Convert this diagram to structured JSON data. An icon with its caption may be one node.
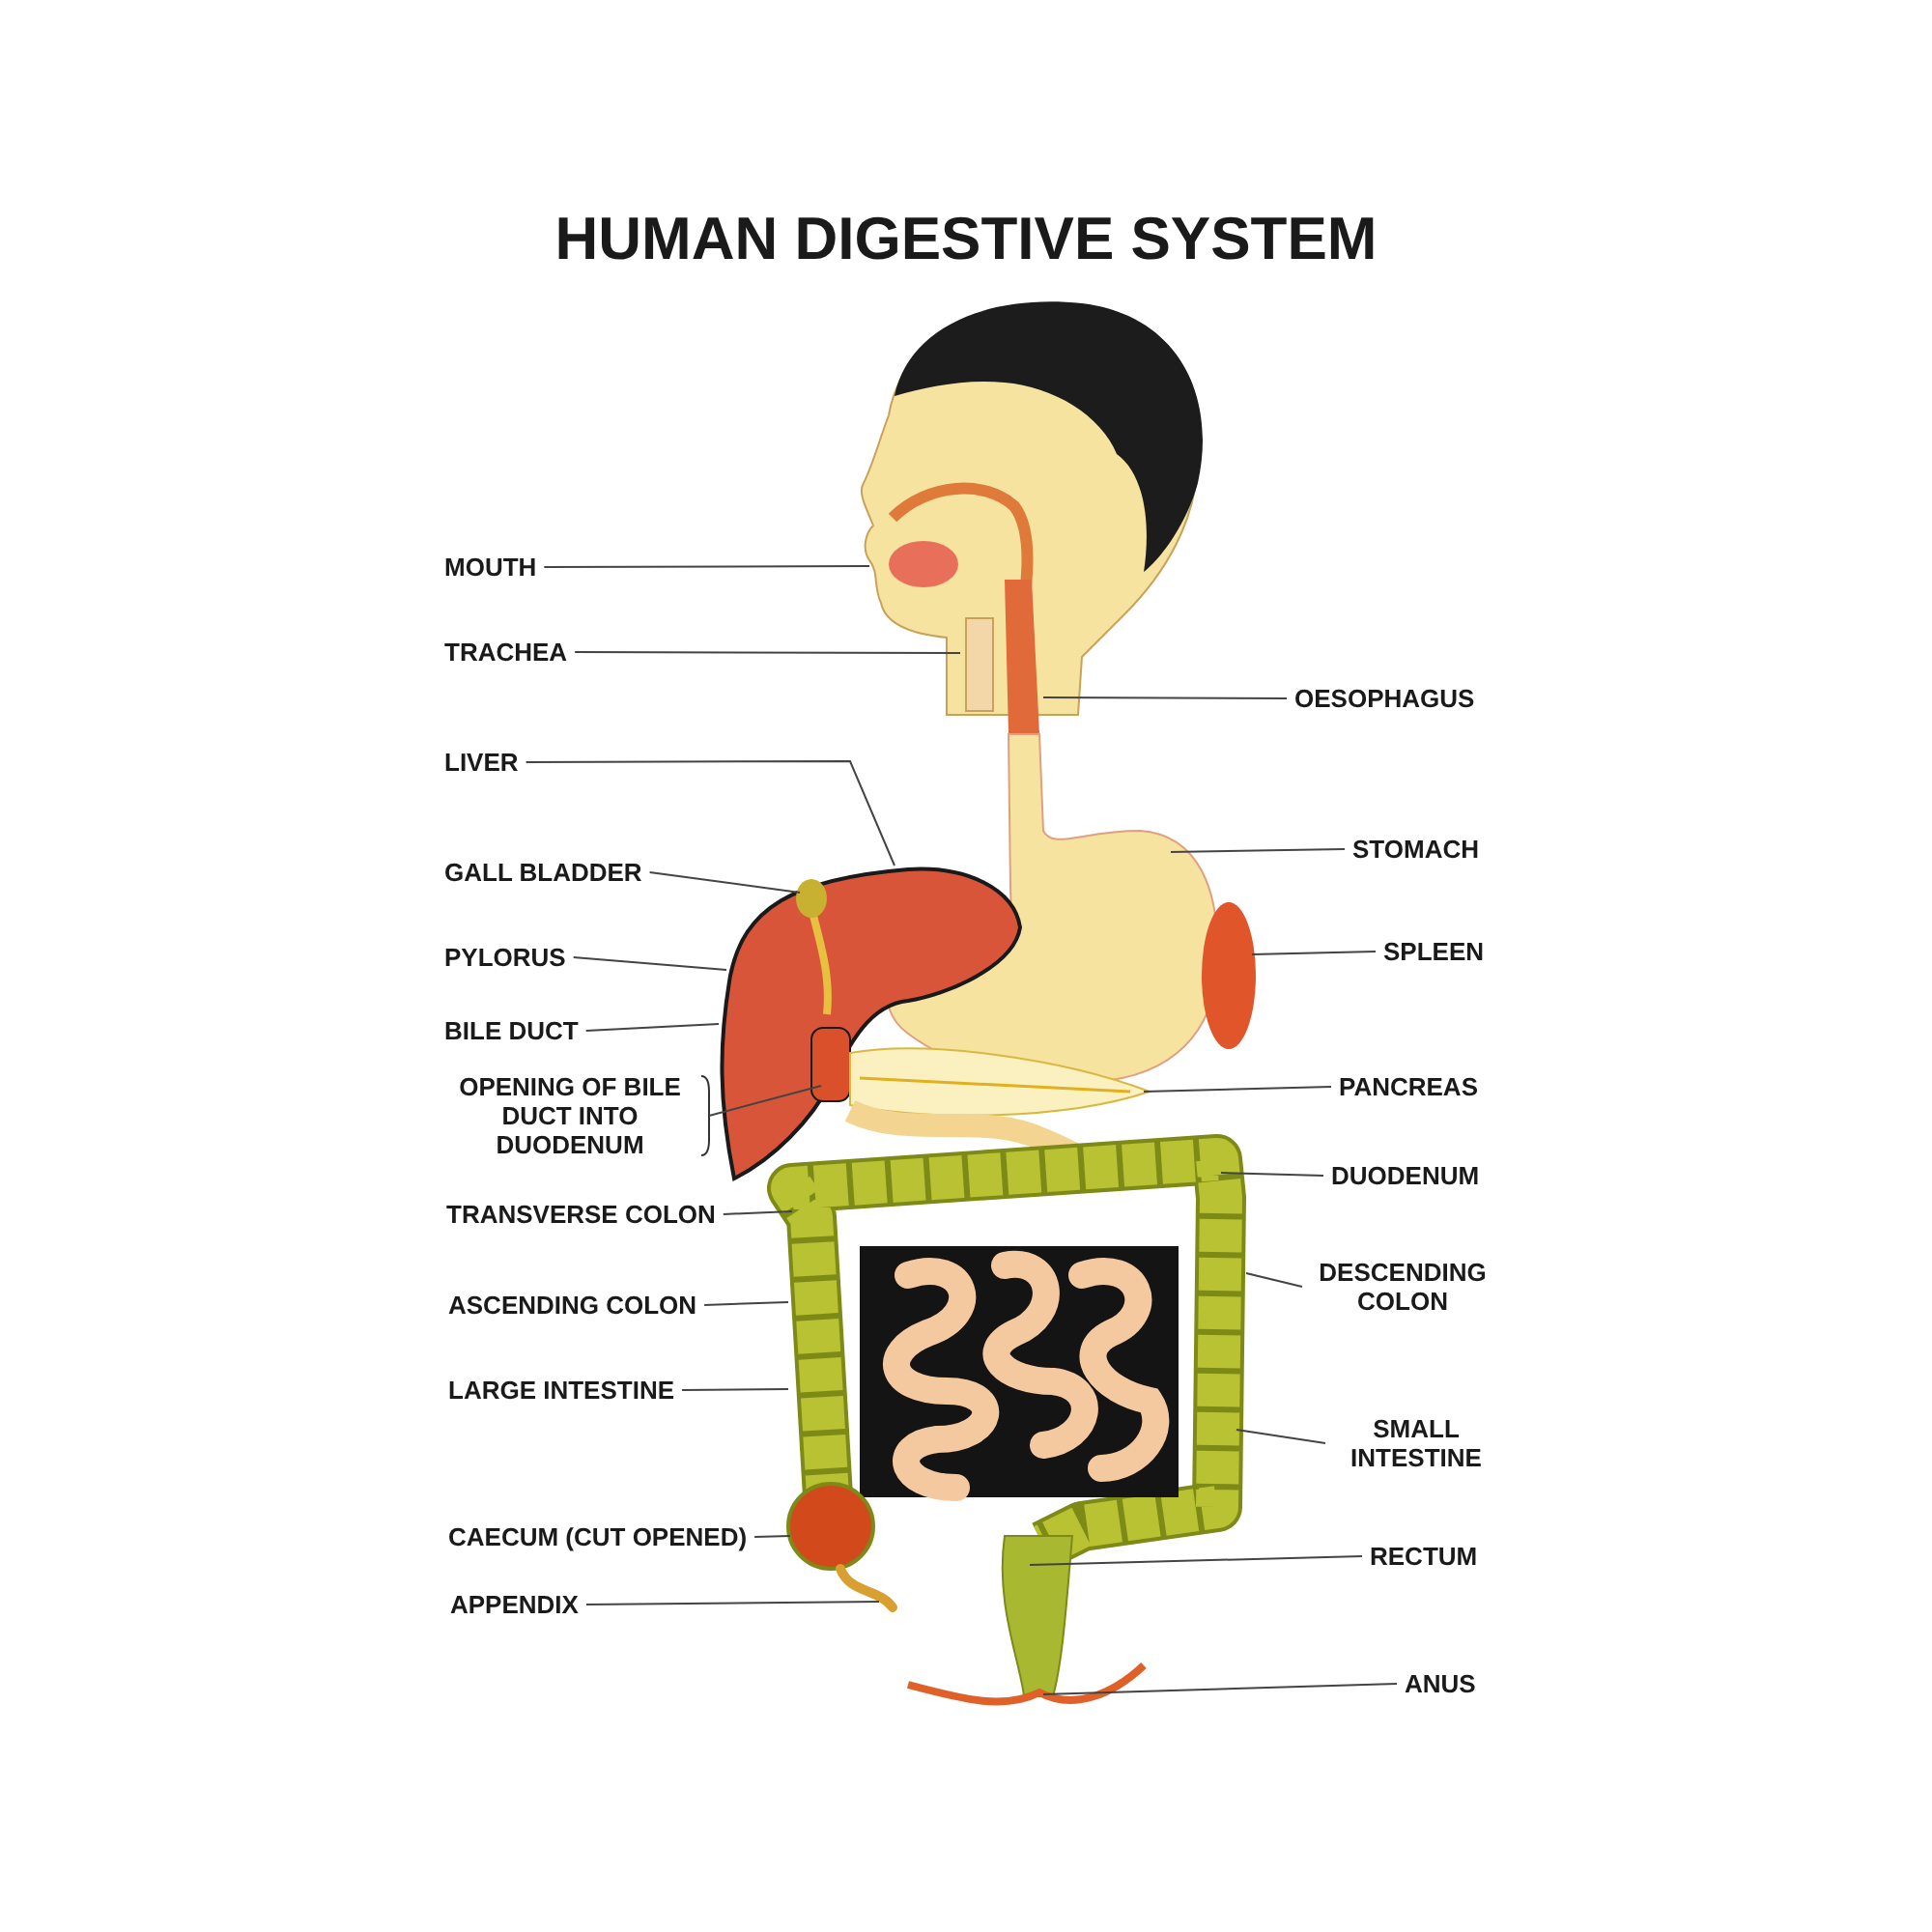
{
  "diagram": {
    "title": "HUMAN DIGESTIVE SYSTEM",
    "nodes": [
      {
        "text": [
          "MOUTH"
        ]
      },
      {
        "text": [
          "TRACHEA"
        ]
      },
      {
        "text": [
          "LIVER"
        ]
      },
      {
        "text": [
          "GALL BLADDER"
        ]
      },
      {
        "text": [
          "PYLORUS"
        ]
      },
      {
        "text": [
          "BILE DUCT"
        ]
      },
      {
        "text": [
          "OPENING OF BILE DUCT INTO DUODENUM"
        ]
      },
      {
        "text": [
          "TRANSVERSE COLON"
        ]
      },
      {
        "text": [
          "ASCENDING COLON"
        ]
      },
      {
        "text": [
          "LARGE INTESTINE"
        ]
      },
      {
        "text": [
          "CAECUM (CUT OPENED)"
        ]
      },
      {
        "text": [
          "APPENDIX"
        ]
      },
      {
        "text": [
          "OESOPHAGUS"
        ]
      },
      {
        "text": [
          "STOMACH"
        ]
      },
      {
        "text": [
          "SPLEEN"
        ]
      },
      {
        "text": [
          "PANCREAS"
        ]
      },
      {
        "text": [
          "DUODENUM"
        ]
      },
      {
        "text": [
          "DESCENDING COLON"
        ]
      },
      {
        "text": [
          "SMALL INTESTINE"
        ]
      },
      {
        "text": [
          "RECTUM"
        ]
      },
      {
        "text": [
          "ANUS"
        ]
      }
    ],
    "edges": [
      {
        "from": 0,
        "to": null,
        "arrow": "none"
      },
      {
        "from": 1,
        "to": null,
        "arrow": "none"
      },
      {
        "from": 2,
        "to": null,
        "arrow": "none"
      },
      {
        "from": 3,
        "to": null,
        "arrow": "none"
      },
      {
        "from": 4,
        "to": null,
        "arrow": "none"
      },
      {
        "from": 5,
        "to": null,
        "arrow": "none"
      },
      {
        "from": 6,
        "to": null,
        "arrow": "none"
      },
      {
        "from": 7,
        "to": null,
        "arrow": "none"
      },
      {
        "from": 8,
        "to": null,
        "arrow": "none"
      },
      {
        "from": 9,
        "to": null,
        "arrow": "none"
      },
      {
        "from": 10,
        "to": null,
        "arrow": "none"
      },
      {
        "from": 11,
        "to": null,
        "arrow": "none"
      },
      {
        "from": 12,
        "to": null,
        "arrow": "none"
      },
      {
        "from": 13,
        "to": null,
        "arrow": "none"
      },
      {
        "from": 14,
        "to": null,
        "arrow": "none"
      },
      {
        "from": 15,
        "to": null,
        "arrow": "none"
      },
      {
        "from": 16,
        "to": null,
        "arrow": "none"
      },
      {
        "from": 17,
        "to": null,
        "arrow": "none"
      },
      {
        "from": 18,
        "to": null,
        "arrow": "none"
      },
      {
        "from": 19,
        "to": null,
        "arrow": "none"
      },
      {
        "from": 20,
        "to": null,
        "arrow": "none"
      }
    ]
  }
}
